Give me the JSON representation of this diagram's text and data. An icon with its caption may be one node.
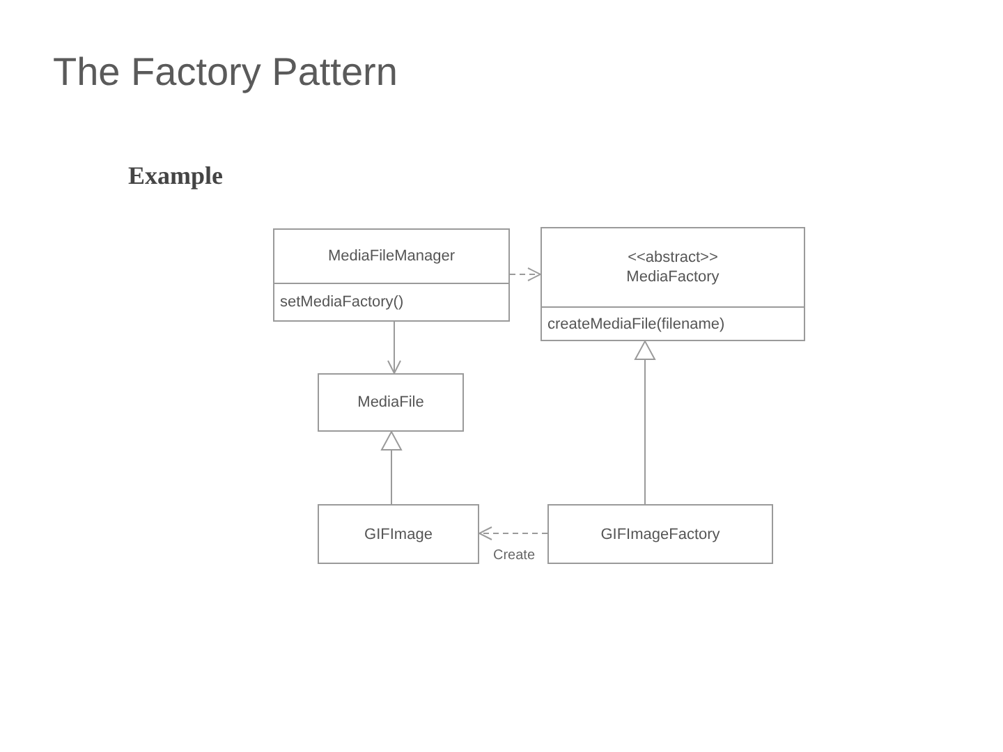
{
  "diagram": {
    "title": "The Factory Pattern",
    "nodes": [
      {
        "text": [
          "MediaFileManager",
          "setMediaFactory()"
        ]
      },
      {
        "text": [
          "<<abstract>>",
          "MediaFactory",
          "createMediaFile(filename)"
        ]
      },
      {
        "text": [
          "MediaFile"
        ]
      },
      {
        "text": [
          "GIFImage"
        ]
      },
      {
        "text": [
          "GIFImageFactory"
        ]
      }
    ],
    "edges": [
      {
        "from": 0,
        "to": 1,
        "arrow": "to",
        "style": "dashed"
      },
      {
        "from": 0,
        "to": 2,
        "arrow": "to"
      },
      {
        "from": 3,
        "to": 2,
        "arrow": "to"
      },
      {
        "from": 4,
        "to": 1,
        "arrow": "to"
      },
      {
        "from": 4,
        "to": 3,
        "arrow": "to",
        "label": "Create",
        "style": "dashed"
      }
    ],
    "labels": [
      "Example"
    ]
  }
}
